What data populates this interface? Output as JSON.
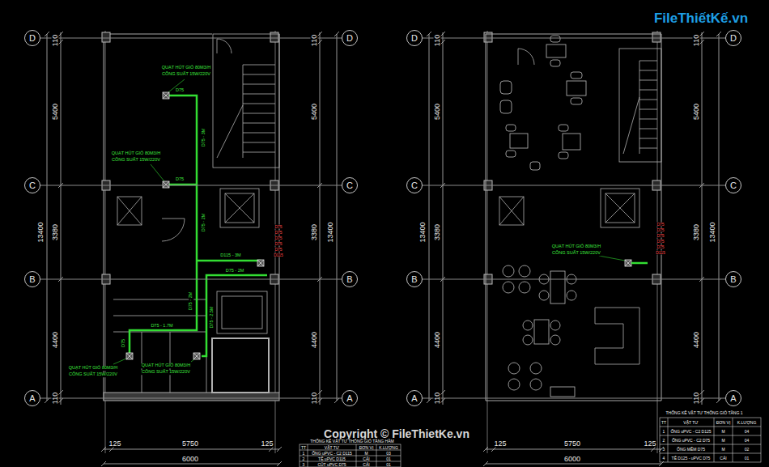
{
  "diagram": {
    "nodes": [
      {
        "text": [
          "D"
        ]
      },
      {
        "text": [
          "D"
        ]
      },
      {
        "text": [
          "C"
        ]
      },
      {
        "text": [
          "C"
        ]
      },
      {
        "text": [
          "B"
        ]
      },
      {
        "text": [
          "B"
        ]
      },
      {
        "text": [
          "A"
        ]
      },
      {
        "text": [
          "A"
        ]
      },
      {
        "text": [
          "D"
        ]
      },
      {
        "text": [
          "D"
        ]
      },
      {
        "text": [
          "C"
        ]
      },
      {
        "text": [
          "C"
        ]
      },
      {
        "text": [
          "B"
        ]
      },
      {
        "text": [
          "B"
        ]
      },
      {
        "text": [
          "A"
        ]
      },
      {
        "text": [
          "A"
        ]
      }
    ],
    "edges": [
      {
        "from": 0,
        "to": 1,
        "arrow": "none"
      },
      {
        "from": 2,
        "to": 3,
        "arrow": "none"
      },
      {
        "from": 4,
        "to": 5,
        "arrow": "none"
      },
      {
        "from": 6,
        "to": 7,
        "arrow": "none"
      },
      {
        "from": 8,
        "to": 9,
        "arrow": "none"
      },
      {
        "from": 10,
        "to": 11,
        "arrow": "none"
      },
      {
        "from": 12,
        "to": 13,
        "arrow": "none"
      },
      {
        "from": 14,
        "to": 15,
        "arrow": "none"
      }
    ],
    "labels": [
      "FileThiếtKế.vn",
      "Copyright © FileThietKe.vn",
      "110",
      "5400",
      "3380",
      "4400",
      "110",
      "13400",
      "110",
      "5400",
      "3380",
      "4400",
      "110",
      "13400",
      "125",
      "5750",
      "125",
      "6000",
      "110",
      "5400",
      "3380",
      "4400",
      "110",
      "13400",
      "110",
      "5400",
      "3380",
      "4400",
      "110",
      "13400",
      "125",
      "5750",
      "125",
      "6000",
      "QUẠT HÚT GIÓ 80M3/H",
      "CÔNG SUẤT 15W/220V",
      "D75",
      "D75 - 3M",
      "QUẠT HÚT GIÓ 80M3/H",
      "CÔNG SUẤT 15W/220V",
      "D75",
      "D75 - 2M",
      "D115 - 3M",
      "D75 - 2M",
      "D75 - 2M",
      "D75 - 2.5M",
      "D75 - 1.7M",
      "D75",
      "QUẠT HÚT GIÓ 80M3/H",
      "CÔNG SUẤT 15W/220V",
      "QUẠT HÚT GIÓ 80M3/H",
      "CÔNG SUẤT 15W/220V",
      "D75",
      "D75",
      "D75",
      "D75",
      "D75",
      "D115",
      "QUẠT HÚT GIÓ 80M3/H",
      "CÔNG SUẤT 15W/220V",
      "D75",
      "D75",
      "D75",
      "D75",
      "D75",
      "D115",
      "THỐNG KÊ VẬT TƯ THÔNG GIÓ TẦNG HẦM",
      "TT",
      "VẬT TƯ",
      "ĐƠN VỊ",
      "K.LƯỢNG",
      "1",
      "ỐNG uPVC - C2 D115",
      "M",
      "03",
      "2",
      "TÊ uPVC D115",
      "CÁI",
      "01",
      "3",
      "CÚT uPVC D75",
      "CÁI",
      "01",
      "THỐNG KÊ VẬT TƯ THÔNG GIÓ TẦNG 1",
      "TT",
      "VẬT TƯ",
      "ĐƠN VỊ",
      "K.LƯỢNG",
      "1",
      "ỐNG uPVC - C2 D125",
      "M",
      "04",
      "2",
      "ỐNG uPVC - C2 D75",
      "M",
      "04",
      "3",
      "ỐNG MỀM D75",
      "M",
      "02",
      "4",
      "TÊ D125 - uPVC D75",
      "CÁI",
      "01"
    ]
  }
}
